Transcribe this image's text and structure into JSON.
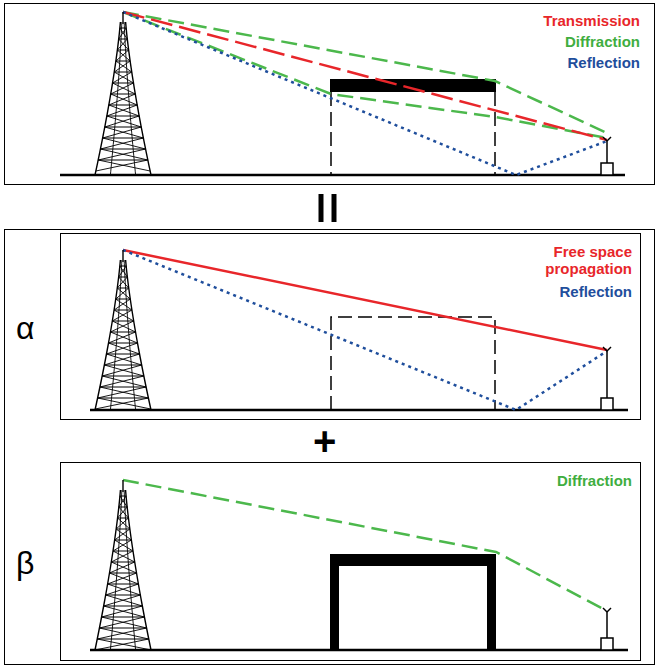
{
  "diagram": {
    "labels": [
      "Transmission",
      "Diffraction",
      "Reflection",
      "α",
      "Free space propagation",
      "Reflection",
      "+",
      "β",
      "Diffraction"
    ]
  }
}
